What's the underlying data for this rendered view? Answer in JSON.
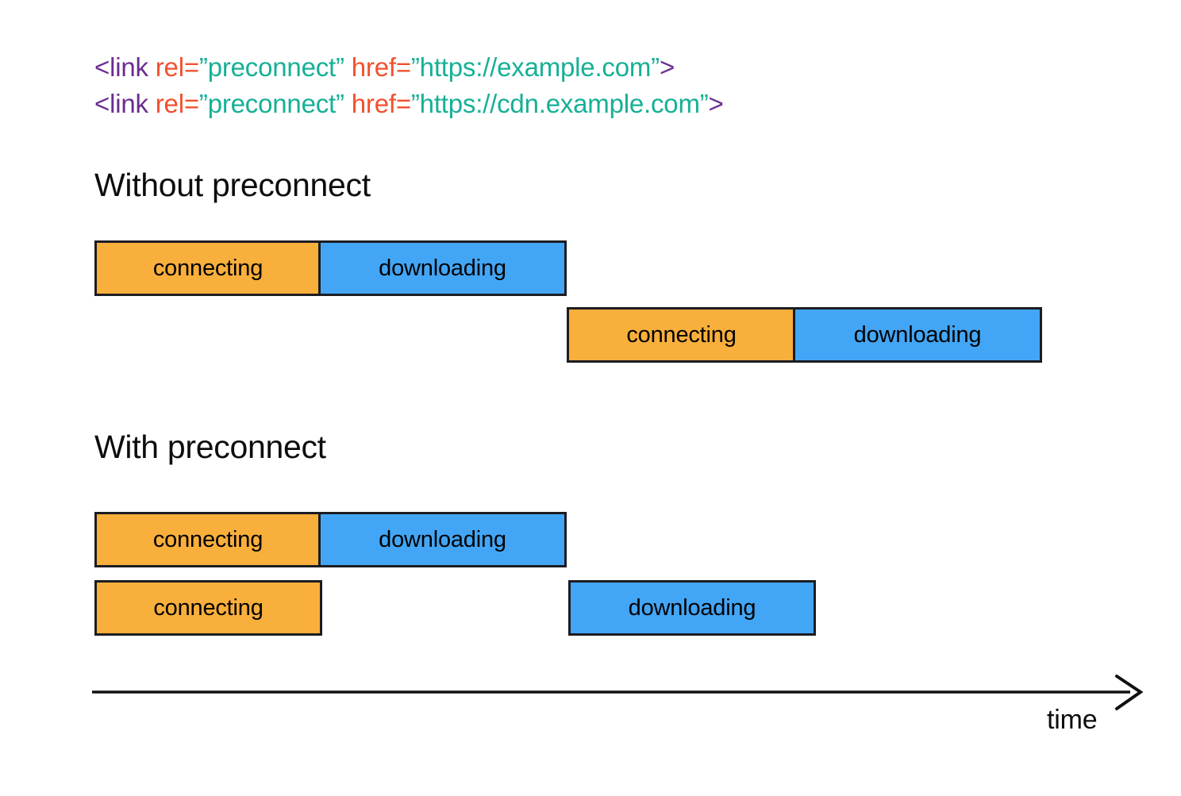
{
  "code": {
    "lines": [
      {
        "tag_open": "<link ",
        "attr1": "rel=",
        "val1": "”preconnect” ",
        "attr2": "href=",
        "val2": "”https://example.com”",
        "tag_close": ">"
      },
      {
        "tag_open": "<link ",
        "attr1": "rel=",
        "val1": "”preconnect” ",
        "attr2": "href=",
        "val2": "”https://cdn.example.com”",
        "tag_close": ">"
      }
    ],
    "colors": {
      "tag": "#6B2D90",
      "attribute": "#F2512E",
      "value": "#16B096"
    }
  },
  "sections": [
    {
      "heading": "Without preconnect",
      "rows": [
        {
          "segments": [
            {
              "label": "connecting",
              "kind": "connecting"
            },
            {
              "label": "downloading",
              "kind": "downloading"
            }
          ]
        },
        {
          "segments": [
            {
              "label": "connecting",
              "kind": "connecting"
            },
            {
              "label": "downloading",
              "kind": "downloading"
            }
          ]
        }
      ]
    },
    {
      "heading": "With preconnect",
      "rows": [
        {
          "segments": [
            {
              "label": "connecting",
              "kind": "connecting"
            },
            {
              "label": "downloading",
              "kind": "downloading"
            }
          ]
        },
        {
          "segments": [
            {
              "label": "connecting",
              "kind": "connecting"
            },
            {
              "label": "downloading",
              "kind": "downloading"
            }
          ]
        }
      ]
    }
  ],
  "axis": {
    "label": "time"
  },
  "chart_data": {
    "type": "bar",
    "title": "Preconnect resource timing (Gantt / waterfall)",
    "xlabel": "time",
    "ylabel": "",
    "grid": false,
    "legend": "none",
    "colors": {
      "connecting": "#F9AF3C",
      "downloading": "#43A5F5",
      "border": "#1C1C22"
    },
    "units": "relative pixels along time axis",
    "axis_range": [
      119,
      1425
    ],
    "groups": [
      {
        "name": "Without preconnect",
        "bars": [
          {
            "resource": "example.com",
            "segments": [
              {
                "phase": "connecting",
                "start": 119,
                "end": 404
              },
              {
                "phase": "downloading",
                "start": 404,
                "end": 714
              }
            ]
          },
          {
            "resource": "cdn.example.com",
            "segments": [
              {
                "phase": "connecting",
                "start": 714,
                "end": 1002
              },
              {
                "phase": "downloading",
                "start": 1002,
                "end": 1313
              }
            ]
          }
        ]
      },
      {
        "name": "With preconnect",
        "bars": [
          {
            "resource": "example.com",
            "segments": [
              {
                "phase": "connecting",
                "start": 119,
                "end": 404
              },
              {
                "phase": "downloading",
                "start": 404,
                "end": 714
              }
            ]
          },
          {
            "resource": "cdn.example.com",
            "segments": [
              {
                "phase": "connecting",
                "start": 119,
                "end": 405
              },
              {
                "phase": "downloading",
                "start": 716,
                "end": 1027
              }
            ]
          }
        ]
      }
    ]
  }
}
